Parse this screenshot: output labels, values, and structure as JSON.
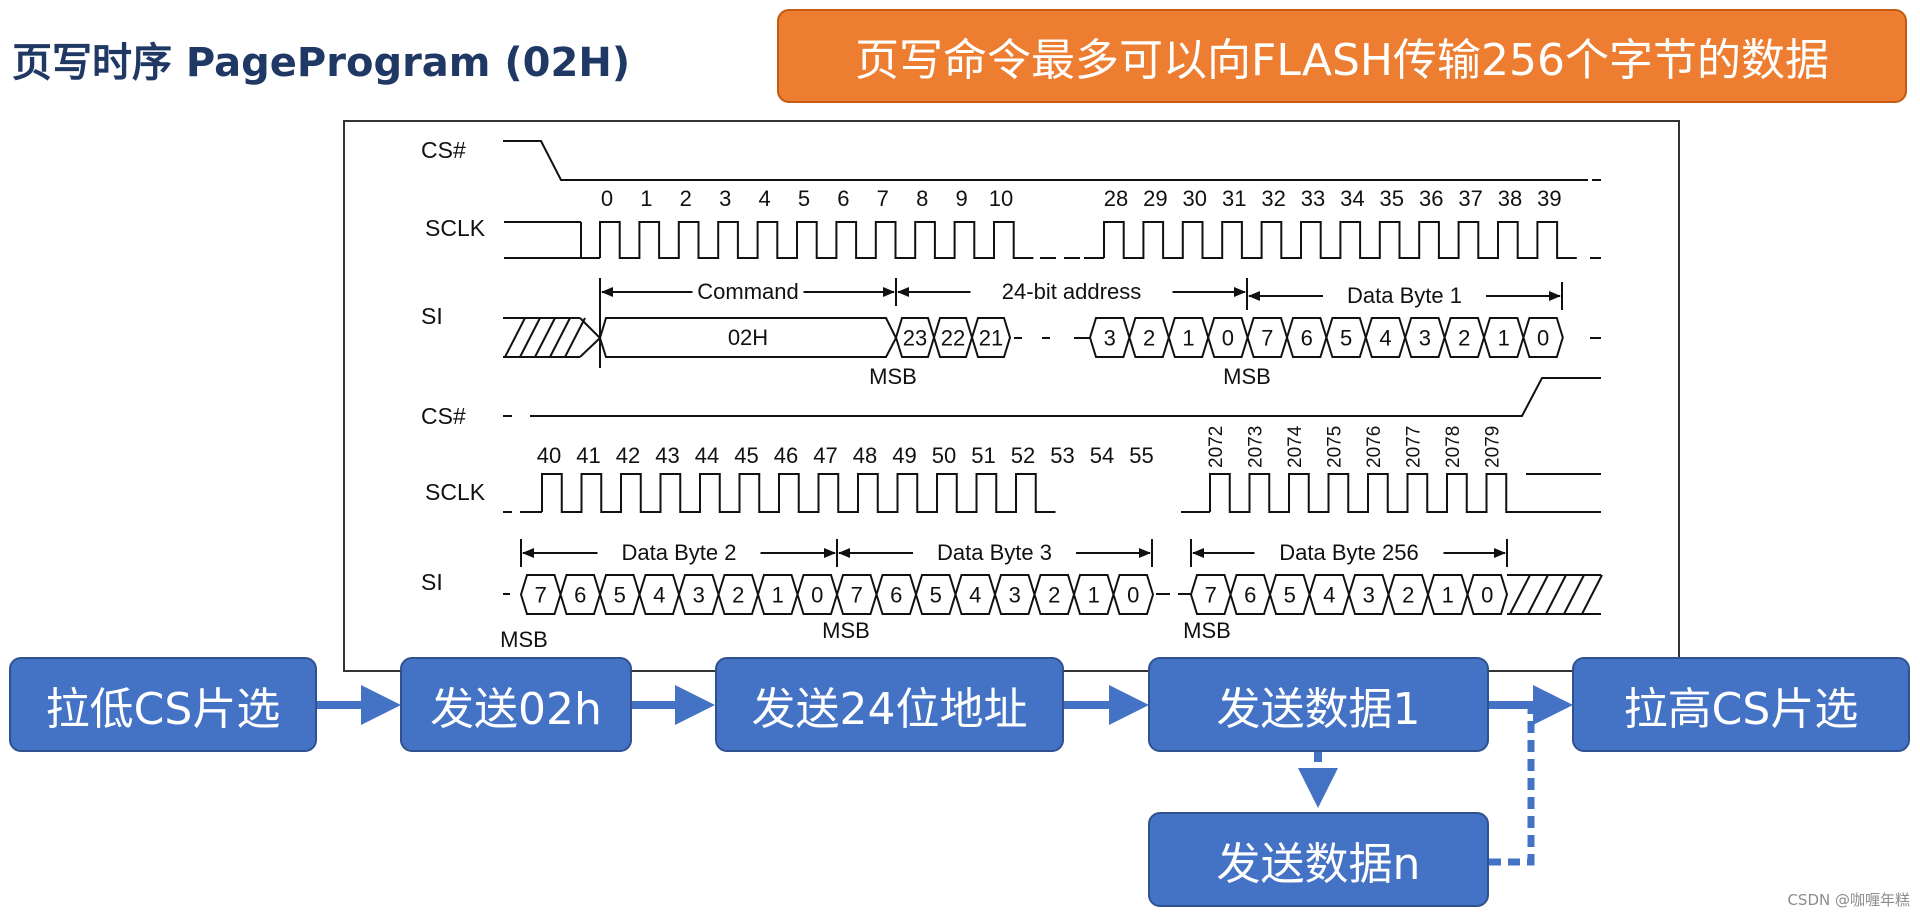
{
  "title": "页写时序 PageProgram (02H)",
  "banner": "页写命令最多可以向FLASH传输256个字节的数据",
  "timing": {
    "signals": {
      "cs": "CS#",
      "sclk": "SCLK",
      "si": "SI"
    },
    "row1_clock_numbers": [
      "0",
      "1",
      "2",
      "3",
      "4",
      "5",
      "6",
      "7",
      "8",
      "9",
      "10",
      "28",
      "29",
      "30",
      "31",
      "32",
      "33",
      "34",
      "35",
      "36",
      "37",
      "38",
      "39"
    ],
    "row2_clock_numbers": [
      "40",
      "41",
      "42",
      "43",
      "44",
      "45",
      "46",
      "47",
      "48",
      "49",
      "50",
      "51",
      "52",
      "53",
      "54",
      "55"
    ],
    "row2_clock_numbers_vertical": [
      "2072",
      "2073",
      "2074",
      "2075",
      "2076",
      "2077",
      "2078",
      "2079"
    ],
    "brackets": {
      "command": "Command",
      "address": "24-bit address",
      "data1": "Data Byte 1",
      "data2": "Data Byte 2",
      "data3": "Data Byte 3",
      "data256": "Data Byte 256"
    },
    "command_value": "02H",
    "msb": "MSB",
    "address_bits_high": [
      "23",
      "22",
      "21"
    ],
    "address_bits_low": [
      "3",
      "2",
      "1",
      "0"
    ],
    "data_bits": [
      "7",
      "6",
      "5",
      "4",
      "3",
      "2",
      "1",
      "0"
    ]
  },
  "flow": {
    "step1": "拉低CS片选",
    "step2": "发送02h",
    "step3": "发送24位地址",
    "step4": "发送数据1",
    "step5": "拉高CS片选",
    "step6": "发送数据n"
  },
  "watermark": "CSDN @咖喱年糕",
  "colors": {
    "title": "#1f3864",
    "banner": "#ed7d31",
    "flow_box": "#4472c4",
    "arrow": "#4472c4"
  }
}
